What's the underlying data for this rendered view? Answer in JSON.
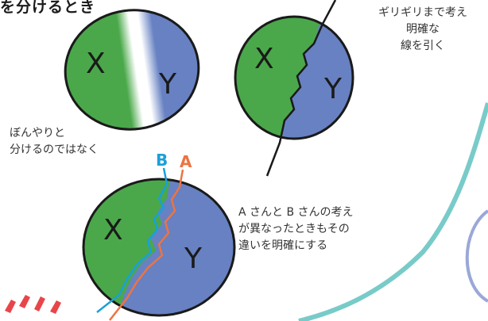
{
  "title": "を分けるとき",
  "captions": {
    "right": [
      "ギリギリまで考え",
      "明確な",
      "線を引く"
    ],
    "left": [
      "ぼんやりと",
      "分けるのではなく"
    ],
    "bottom": [
      "A さんと B さんの考え",
      "が異なったときもその",
      "違いを明確にする"
    ]
  },
  "region_labels": {
    "x": "X",
    "y": "Y"
  },
  "line_labels": {
    "b": "B",
    "a": "A"
  },
  "colors": {
    "green": "#4aa84a",
    "blue": "#6781c2",
    "teal": "#78cbc9",
    "line_b": "#1aa0d8",
    "line_a": "#ee7341",
    "outline": "#1a1a1a"
  }
}
